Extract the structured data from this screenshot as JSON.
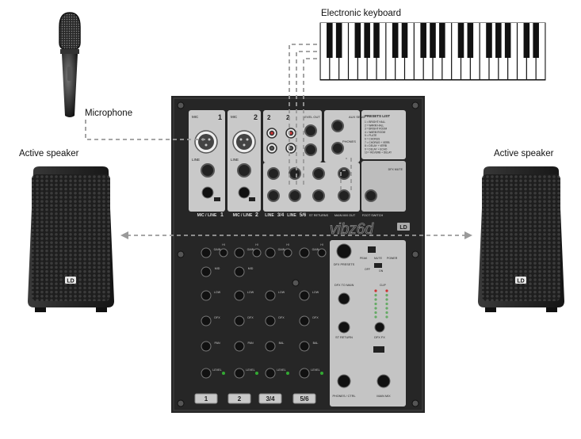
{
  "labels": {
    "keyboard": "Electronic keyboard",
    "microphone": "Microphone",
    "speaker_left": "Active speaker",
    "speaker_right": "Active speaker"
  },
  "mixer": {
    "brand": "vibz6d",
    "logo": "LD",
    "channels": [
      {
        "input_label": "MIC / LINE",
        "number": "1",
        "button": "1"
      },
      {
        "input_label": "MIC / LINE",
        "number": "2",
        "button": "2"
      },
      {
        "input_label": "LINE",
        "number": "3/4",
        "button": "3/4"
      },
      {
        "input_label": "LINE",
        "number": "5/6",
        "button": "5/6"
      }
    ],
    "top_labels": {
      "mic": "MIC",
      "line": "LINE",
      "level_out": "LEVEL OUT",
      "phones": "PHONES",
      "aux_send": "AUX SEND",
      "presets_list": "PRESETS LIST",
      "st_returns": "ST RETURNS",
      "main_mix_out": "MAIN MIX OUT",
      "foot_switch": "FOOT SWITCH",
      "dfx_mute": "DFX MUTE"
    },
    "control_labels": {
      "gain": "GAIN",
      "hi": "HI",
      "mid": "MID",
      "low": "LOW",
      "aux": "AUX",
      "dfx": "DFX",
      "pan": "PAN",
      "bal": "BAL",
      "level": "LEVEL",
      "dfx_presets": "DFX PRESETS",
      "dfx_to_main": "DFX TO MAIN",
      "st_return": "ST RETURN",
      "phones_ctrl": "PHONES / CTRL",
      "main_mix": "MAIN MIX",
      "dfx_fx": "DFX FX",
      "peak": "PEAK",
      "mute": "MUTE",
      "power": "POWER",
      "on": "ON",
      "off": "OFF",
      "clip": "CLIP"
    },
    "presets": [
      "1 = BRIGHT HALL",
      "2 = WARM HALL",
      "3 = BRIGHT ROOM",
      "4 = WARM ROOM",
      "5 = PLATE",
      "6 = CHORUS",
      "7 = CHORUS + VERB",
      "8 = DELAY + VERB",
      "9 = DELAY + ECHO",
      "10 = REVERB + DELAY"
    ]
  },
  "colors": {
    "panel": "#2b2b2b",
    "mixer_gray": "#c8c8c8",
    "dashed": "#9a9a9a",
    "speaker": "#2c2c2c"
  }
}
